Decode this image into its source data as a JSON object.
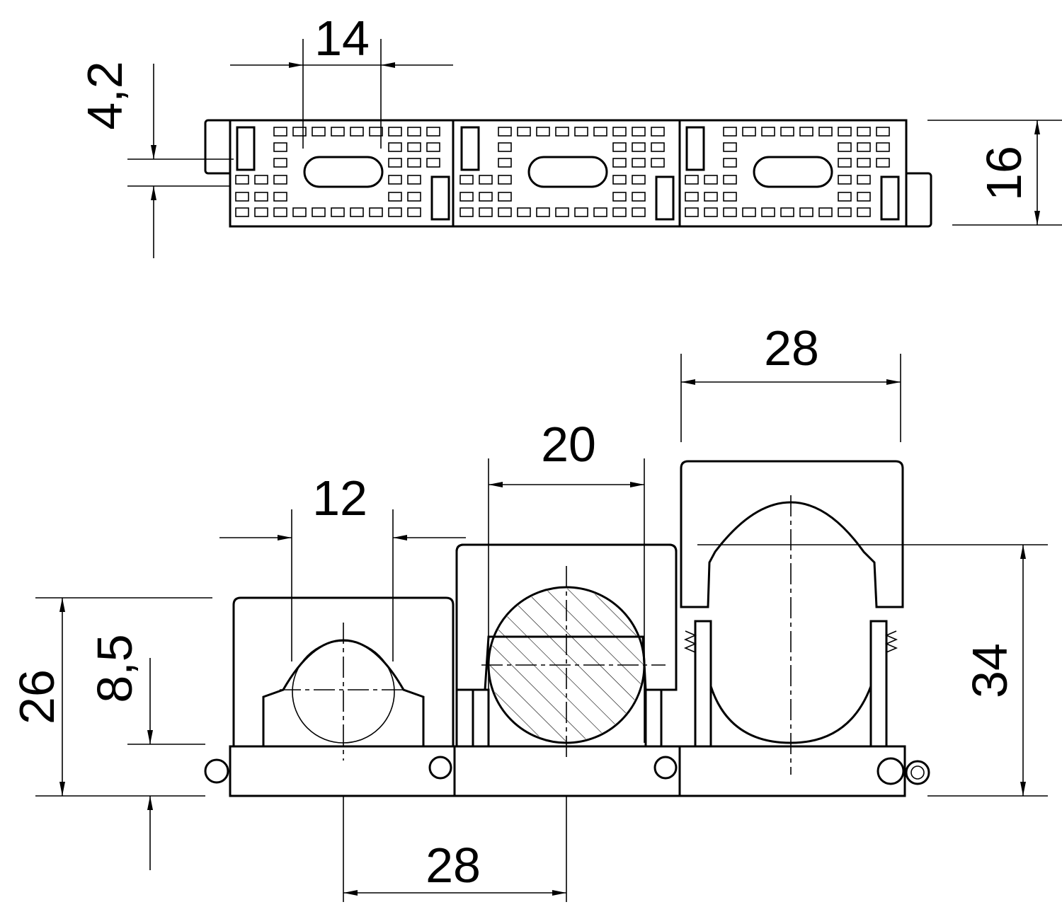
{
  "top_view": {
    "dim_pitch": "14",
    "dim_slot": "4,2",
    "dim_height": "16"
  },
  "front_view": {
    "dim_clip_small": "12",
    "dim_clip_medium": "20",
    "dim_clip_large": "28",
    "dim_height_small": "26",
    "dim_base": "8,5",
    "dim_height_large": "34",
    "dim_pitch": "28"
  },
  "colors": {
    "line": "#000000",
    "background": "#ffffff"
  }
}
